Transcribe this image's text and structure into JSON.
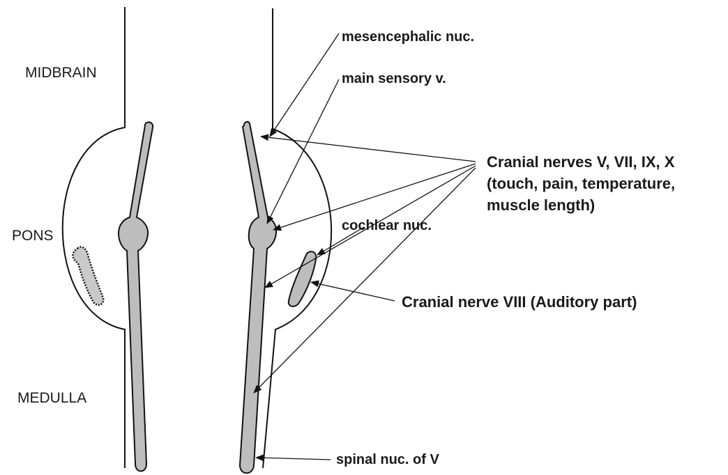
{
  "regions": {
    "midbrain": "MIDBRAIN",
    "pons": "PONS",
    "medulla": "MEDULLA"
  },
  "labels": {
    "mesencephalic": "mesencephalic nuc.",
    "main_sensory": "main sensory v.",
    "cranial_line1": "Cranial nerves V, VII, IX, X",
    "cranial_line2": "(touch, pain, temperature,",
    "cranial_line3": "muscle length)",
    "cochlear": "cochlear nuc.",
    "auditory": "Cranial nerve VIII (Auditory part)",
    "spinal": "spinal nuc. of V"
  }
}
